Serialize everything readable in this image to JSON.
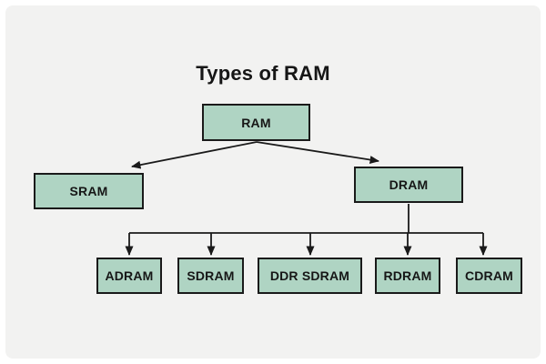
{
  "title": "Types of RAM",
  "colors": {
    "frame-bg": "#ffffff",
    "canvas-bg": "#f2f2f1",
    "node-fill": "#afd4c3",
    "node-border": "#1a1a1a",
    "text-color": "#161616",
    "connector-color": "#1a1a1a"
  },
  "nodes": {
    "ram": {
      "label": "RAM"
    },
    "sram": {
      "label": "SRAM"
    },
    "dram": {
      "label": "DRAM"
    },
    "adram": {
      "label": "ADRAM"
    },
    "sdram": {
      "label": "SDRAM"
    },
    "ddr_sdram": {
      "label": "DDR SDRAM"
    },
    "rdram": {
      "label": "RDRAM"
    },
    "cdram": {
      "label": "CDRAM"
    }
  },
  "edges": [
    {
      "from": "RAM",
      "to": "SRAM"
    },
    {
      "from": "RAM",
      "to": "DRAM"
    },
    {
      "from": "DRAM",
      "to": "ADRAM"
    },
    {
      "from": "DRAM",
      "to": "SDRAM"
    },
    {
      "from": "DRAM",
      "to": "DDR SDRAM"
    },
    {
      "from": "DRAM",
      "to": "RDRAM"
    },
    {
      "from": "DRAM",
      "to": "CDRAM"
    }
  ]
}
